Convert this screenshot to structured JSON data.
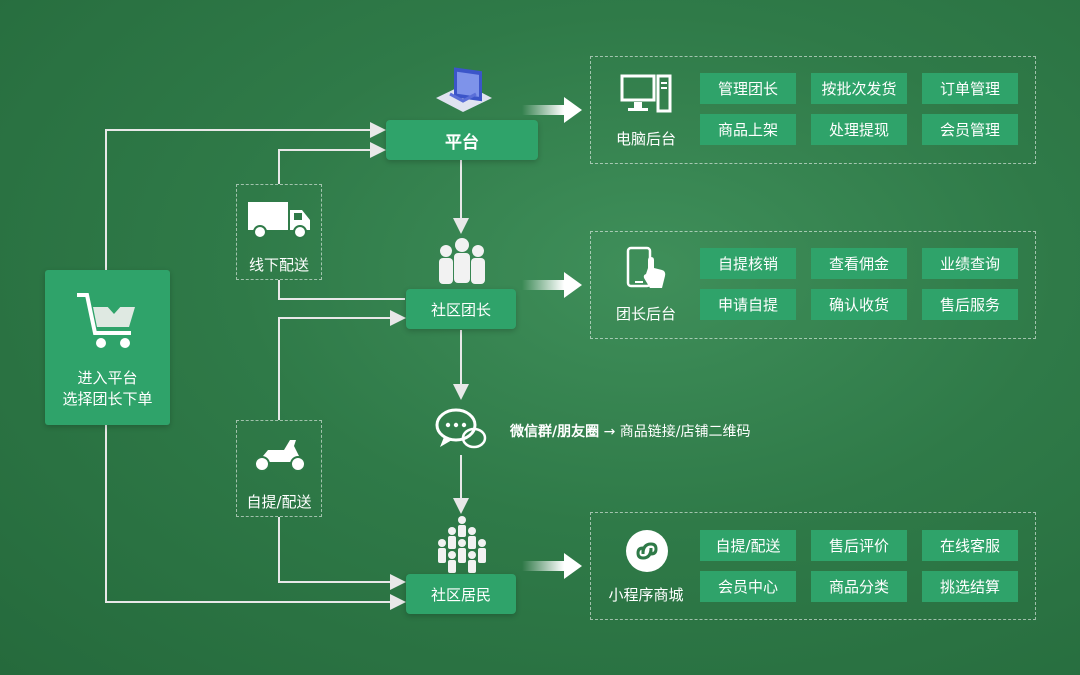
{
  "left_box": {
    "line1": "进入平台",
    "line2": "选择团长下单"
  },
  "nodes": {
    "platform": "平台",
    "leader": "社区团长",
    "resident": "社区居民"
  },
  "side_labels": {
    "offline": "线下配送",
    "pickup": "自提/配送"
  },
  "wechat": {
    "bold": "微信群/朋友圈",
    "arrow": "→",
    "rest": "商品链接/店铺二维码"
  },
  "panels": [
    {
      "label": "电脑后台",
      "icon": "computer-icon",
      "buttons": [
        "管理团长",
        "按批次发货",
        "订单管理",
        "商品上架",
        "处理提现",
        "会员管理"
      ]
    },
    {
      "label": "团长后台",
      "icon": "phone-touch-icon",
      "buttons": [
        "自提核销",
        "查看佣金",
        "业绩查询",
        "申请自提",
        "确认收货",
        "售后服务"
      ]
    },
    {
      "label": "小程序商城",
      "icon": "miniprogram-icon",
      "buttons": [
        "自提/配送",
        "售后评价",
        "在线客服",
        "会员中心",
        "商品分类",
        "挑选结算"
      ]
    }
  ],
  "colors": {
    "accent": "#2fa36a",
    "background": "#2f7a48"
  }
}
